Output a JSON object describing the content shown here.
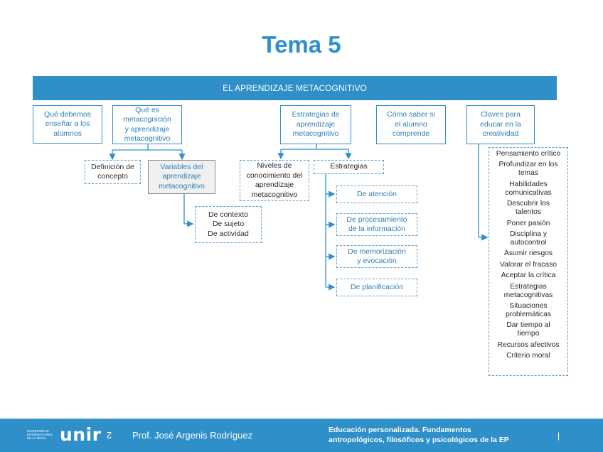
{
  "title": "Tema 5",
  "banner": "EL APRENDIZAJE METACOGNITIVO",
  "nodes": {
    "que_ensenar": "Qué debemos\nenseñar a los\nalumnos",
    "que_es": "Qué es\nmetacognición\ny aprendizaje\nmetacognitivo",
    "estrategias_aprendizaje": "Estrategias de\naprendizaje\nmetacognitivo",
    "como_saber": "Cómo saber si\nel alumno\ncomprende",
    "claves": "Claves para\neducar en la\ncreatividad",
    "definicion": "Definición de\nconcepto",
    "variables": "Variables del\naprendizaje\nmetacognitivo",
    "niveles": "Niveles de\nconocimiento del\naprendizaje\nmetacognitivo",
    "estrategias": "Estrategias",
    "contexto": "De contexto\nDe sujeto\nDe actividad",
    "atencion": "De atención",
    "procesamiento": "De procesamiento\nde la información",
    "memorizacion": "De memorización\ny evocación",
    "planificacion": "De planificación"
  },
  "claves_list": [
    "Pensamiento crítico",
    "Profundizar en los\ntemas",
    "Habilidades\ncomunicativas",
    "Descubrir los\ntalentos",
    "Poner pasión",
    "Disciplina y\nautocontrol",
    "Asumir riesgos",
    "Valorar el fracaso",
    "Aceptar la crítica",
    "Estrategias\nmetacognitivas",
    "Situaciones\nproblemáticas",
    "Dar tiempo al\ntiempo",
    "Recursos afectivos",
    "Criterio moral"
  ],
  "footer": {
    "university_small": "UNIVERSIDAD INTERNACIONAL DE LA RIOJA",
    "logo": "unir",
    "page": "2",
    "professor": "Prof. José Argenis Rodríguez",
    "course": "Educación personalizada. Fundamentos\nantropológicos, filosóficos y psicológicos de la EP",
    "bar": "|"
  },
  "colors": {
    "primary": "#2e8fc9",
    "border_dashed": "#5b9bd5",
    "text_blue": "#2b7fb8"
  }
}
